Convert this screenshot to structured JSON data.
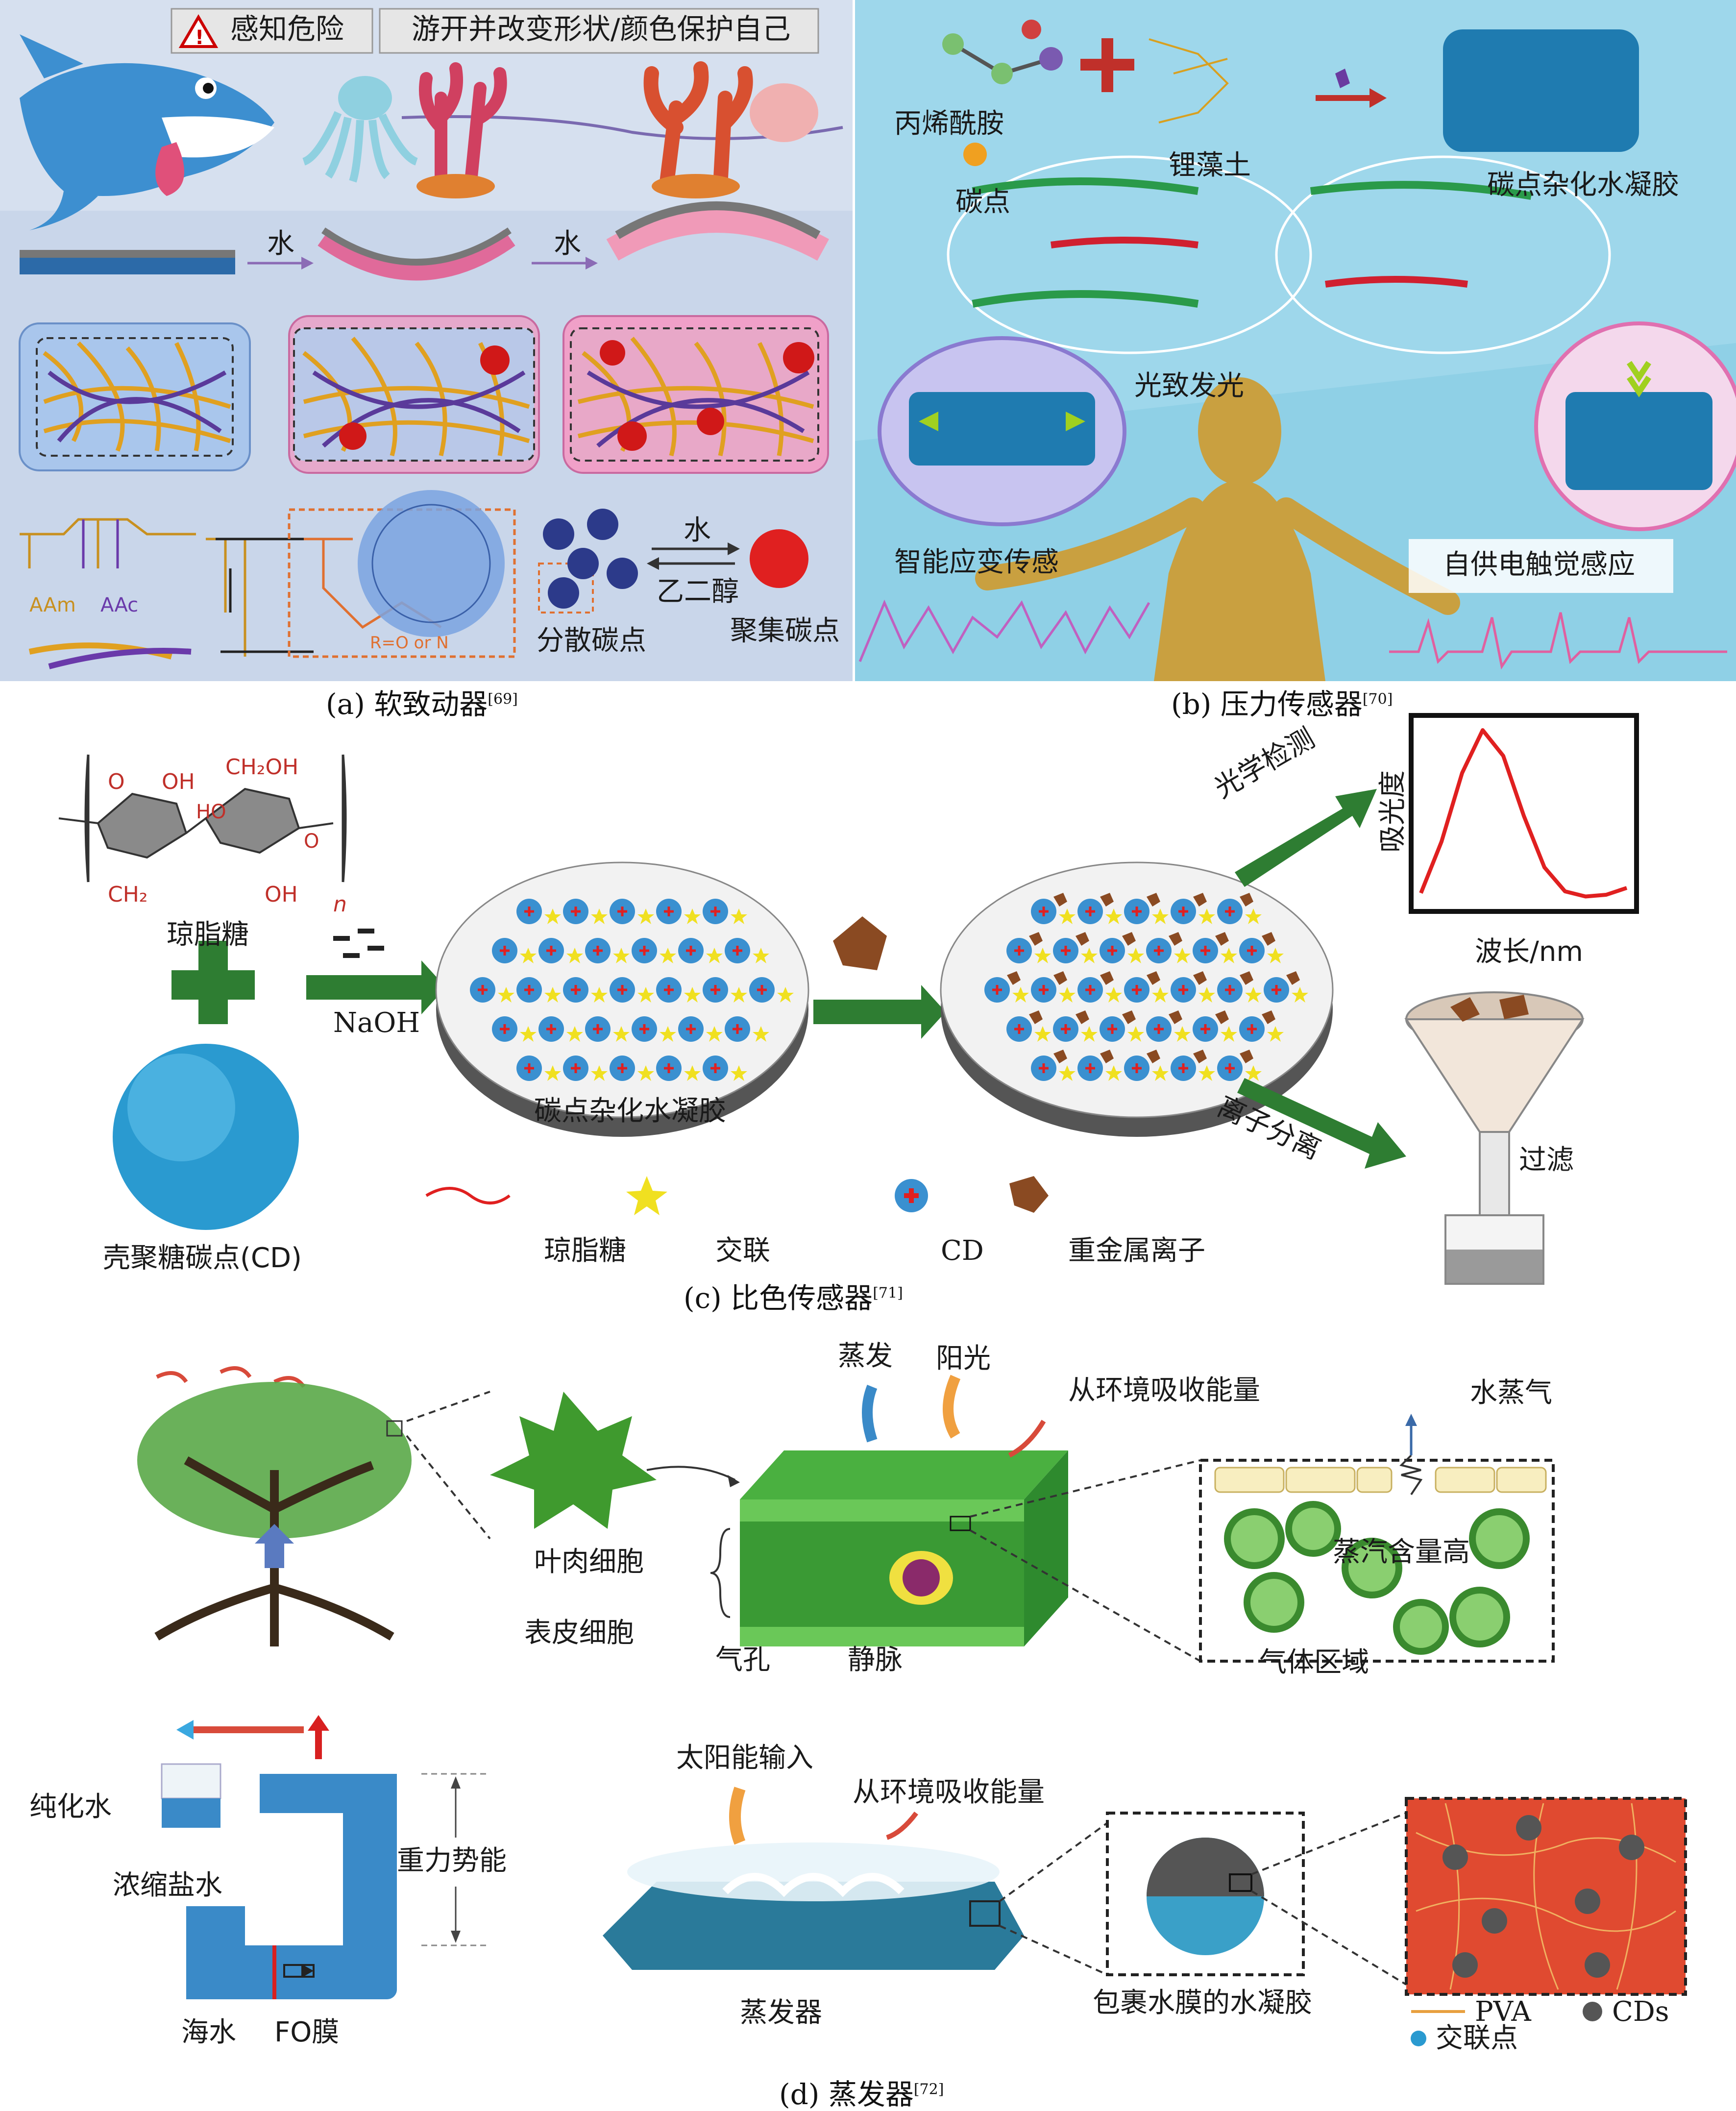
{
  "panel_a": {
    "warning_text": "感知危险",
    "behavior_text": "游开并改变形状/颜色保护自己",
    "water_1": "水",
    "water_2": "水",
    "water_3": "水",
    "ethylene_glycol": "乙二醇",
    "dispersed_cd": "分散碳点",
    "aggregated_cd": "聚集碳点",
    "aam": "AAm",
    "aac": "AAc",
    "r_note": "R=O or N",
    "caption": "(a) 软致动器",
    "ref": "[69]"
  },
  "panel_b": {
    "acrylamide": "丙烯酰胺",
    "lithium_clay": "锂藻土",
    "carbon_dot": "碳点",
    "cd_hydrogel": "碳点杂化水凝胶",
    "photoluminescence": "光致发光",
    "smart_strain": "智能应变传感",
    "self_powered": "自供电触觉感应",
    "caption": "(b) 压力传感器",
    "ref": "[70]"
  },
  "panel_c": {
    "agarose_struct": "琼脂糖",
    "naoh": "NaOH",
    "chitosan_cd": "壳聚糖碳点(CD)",
    "cd_hydrogel": "碳点杂化水凝胶",
    "optical_detection": "光学检测",
    "ion_separation": "离子分离",
    "absorbance": "吸光度",
    "wavelength": "波长/nm",
    "filtration": "过滤",
    "legend_agarose": "琼脂糖",
    "legend_crosslink": "交联",
    "legend_cd": "CD",
    "legend_heavy_metal": "重金属离子",
    "caption": "(c) 比色传感器",
    "ref": "[71]"
  },
  "panel_d": {
    "mesophyll": "叶肉细胞",
    "epidermis": "表皮细胞",
    "evaporation": "蒸发",
    "sunlight": "阳光",
    "env_energy_1": "从环境吸收能量",
    "stomata": "气孔",
    "vein": "静脉",
    "water_vapor": "水蒸气",
    "high_vapor": "蒸汽含量高",
    "gas_region": "气体区域",
    "purified_water": "纯化水",
    "concentrated_brine": "浓缩盐水",
    "gravity_potential": "重力势能",
    "seawater": "海水",
    "fo_membrane": "FO膜",
    "solar_input": "太阳能输入",
    "env_energy_2": "从环境吸收能量",
    "evaporator": "蒸发器",
    "hydrogel_film": "包裹水膜的水凝胶",
    "pva": "PVA",
    "cds": "CDs",
    "crosslink_point": "交联点",
    "caption": "(d) 蒸发器",
    "ref": "[72]"
  },
  "colors": {
    "panel_a_bg": "#c9d6ea",
    "panel_b_bg": "#7cc4dd",
    "arrow_green": "#2e7d32",
    "leaf_green": "#3f9a2e",
    "hydrogel_blue": "#2e8fc0",
    "curve_red": "#e02020",
    "heat_red": "#d84a3a",
    "sun_orange": "#f0a040"
  },
  "chart_data": {
    "type": "line",
    "title": "",
    "xlabel": "波长/nm",
    "ylabel": "吸光度",
    "x": [
      0,
      1,
      2,
      3,
      4,
      5,
      6,
      7,
      8,
      9,
      10
    ],
    "series": [
      {
        "values": [
          0.05,
          0.35,
          0.75,
          1.0,
          0.85,
          0.5,
          0.2,
          0.06,
          0.03,
          0.04,
          0.08
        ]
      }
    ]
  }
}
